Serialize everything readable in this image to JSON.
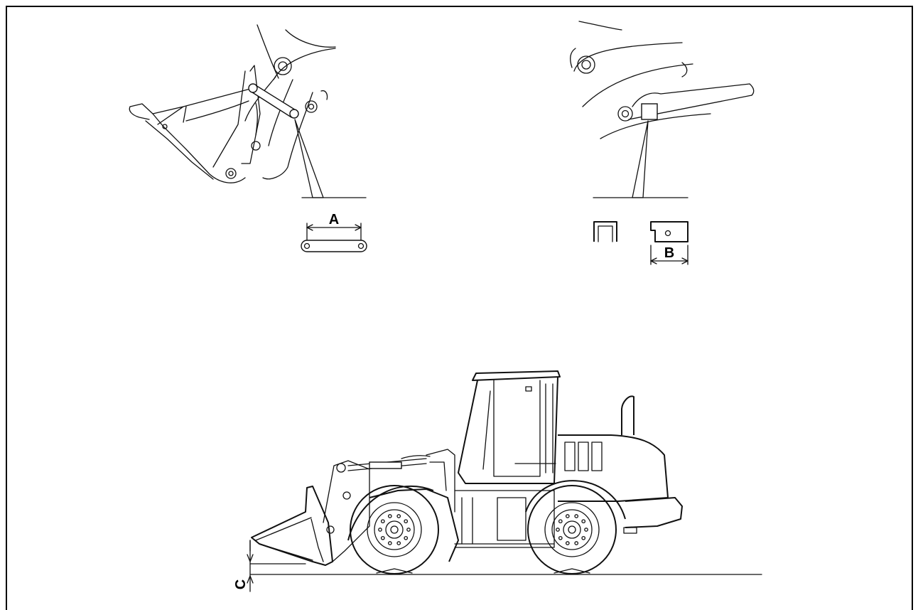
{
  "labels": {
    "a": "A",
    "b": "B",
    "c": "C"
  },
  "icons": [
    "link-rod-icon",
    "wedge-block-icon",
    "wheel-loader-illustration"
  ]
}
